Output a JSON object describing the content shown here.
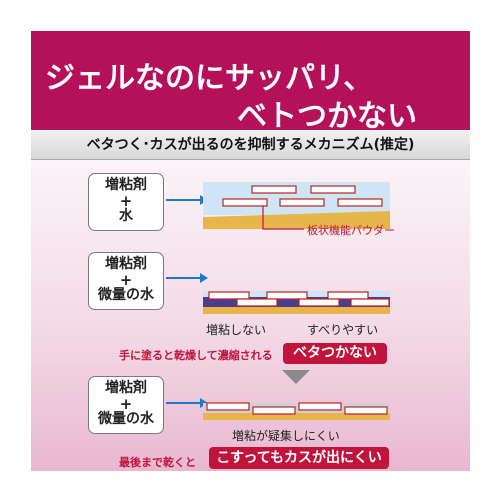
{
  "header": {
    "line1": "ジェルなのにサッパリ、",
    "line2": "ベトつかない"
  },
  "subtitle": "ベタつく･カスが出るのを抑制するメカニズム(推定)",
  "steps": [
    {
      "ingredient": {
        "a": "増粘剤",
        "plus": "+",
        "b": "水"
      },
      "annotation": "板状機能パウダー"
    },
    {
      "ingredient": {
        "a": "増粘剤",
        "plus": "+",
        "b": "微量の水"
      },
      "left_label": "増粘しない",
      "right_label": "すべりやすい",
      "caption": "手に塗ると乾燥して濃縮される",
      "result": "ベタつかない"
    },
    {
      "ingredient": {
        "a": "増粘剤",
        "plus": "+",
        "b": "微量の水"
      },
      "label": "増粘が疑集しにくい",
      "caption": "最後まで乾くと",
      "result": "こすってもカスが出にくい"
    }
  ],
  "colors": {
    "accent": "#b5115a",
    "result_pill": "#c0143c",
    "water_layer": "#cfe4f5",
    "skin_layer": "#e8b54a",
    "polymer": "#4a3f8f",
    "arrow": "#1f78c8"
  }
}
